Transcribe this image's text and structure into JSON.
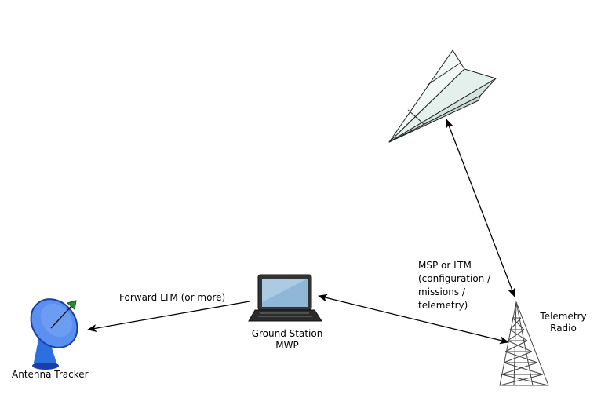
{
  "nodes": {
    "antenna": {
      "label": "Antenna Tracker"
    },
    "ground_station": {
      "line1": "Ground Station",
      "line2": "MWP"
    },
    "radio": {
      "line1": "Telemetry",
      "line2": "Radio"
    },
    "aircraft": {
      "label": ""
    }
  },
  "links": {
    "forward": {
      "label": "Forward LTM (or more)"
    },
    "radio_link": {
      "line1": "MSP or LTM",
      "line2": "(configuration /",
      "line3": "missions /",
      "line4": "telemetry)"
    }
  },
  "colors": {
    "dish": "#5b8ff0",
    "dish_dark": "#1a3fa8",
    "dish_feed": "#2a8a2a",
    "screen": "#8fb8d8",
    "laptop": "#333333",
    "line": "#000000"
  }
}
